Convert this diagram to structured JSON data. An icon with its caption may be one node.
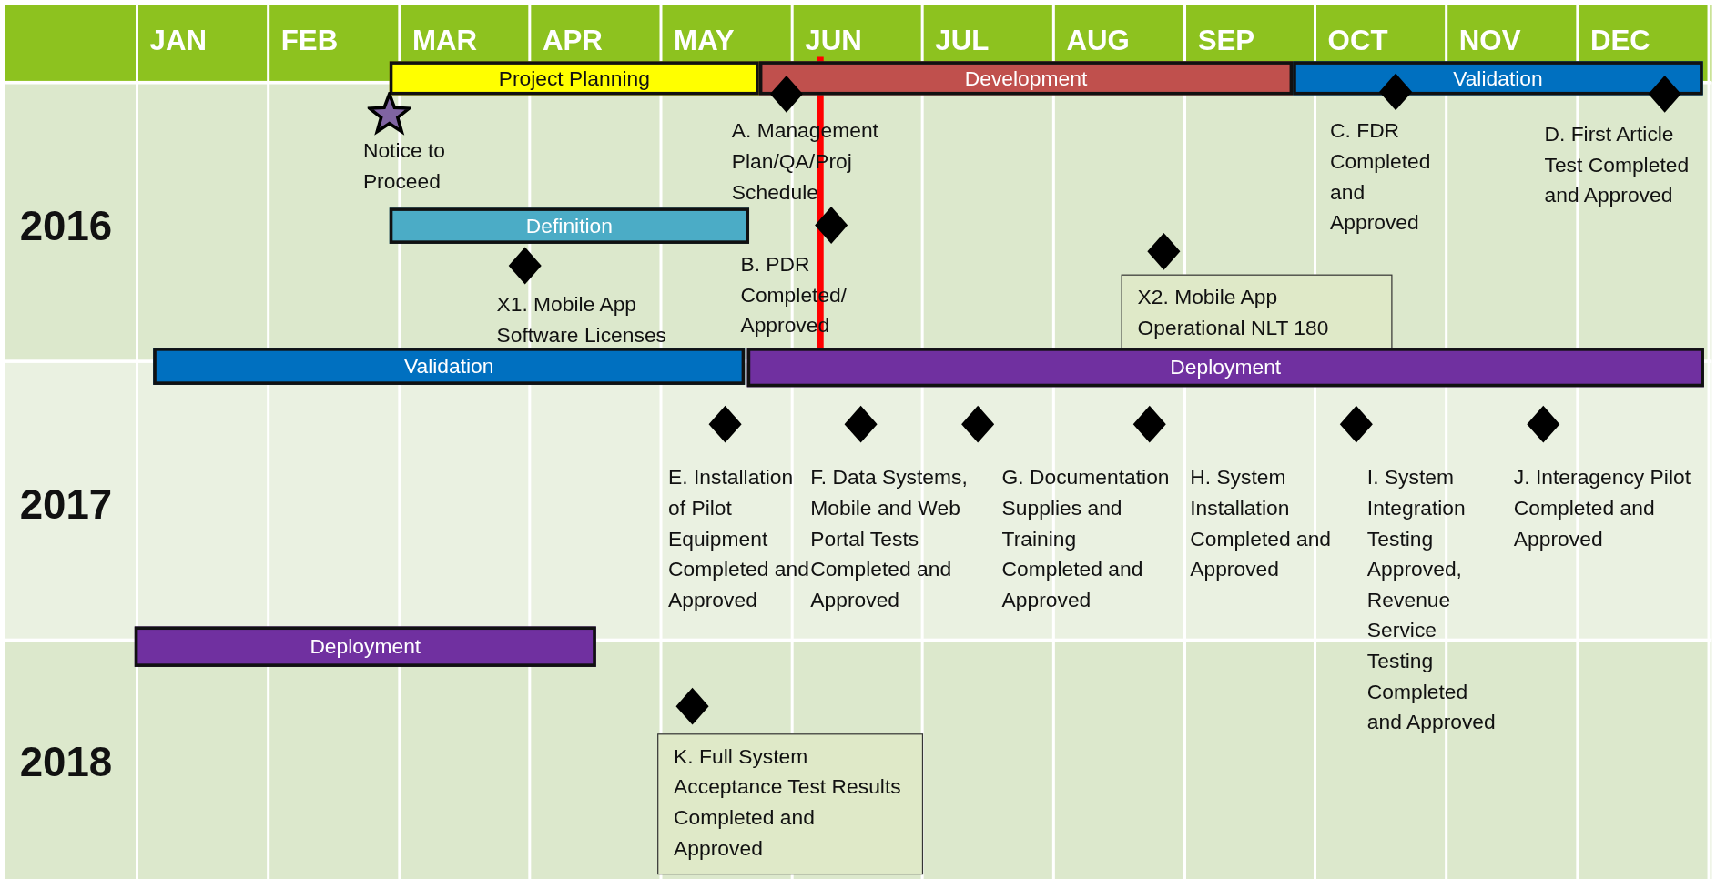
{
  "diagram": {
    "nodes": [
      {
        "text": [
          "Project Planning"
        ]
      },
      {
        "text": [
          "Development"
        ]
      },
      {
        "text": [
          "Validation"
        ]
      },
      {
        "text": [],
        "shape": "star",
        "beside": [
          "Notice to Proceed"
        ]
      },
      {
        "text": [],
        "shape": "diamond",
        "beside": [
          "A. Management Plan/QA/Proj Schedule"
        ]
      },
      {
        "text": [],
        "shape": "diamond",
        "beside": [
          "C. FDR Completed and Approved"
        ]
      },
      {
        "text": [],
        "shape": "diamond",
        "beside": [
          "D. First Article Test Completed and Approved"
        ]
      },
      {
        "text": [
          "Definition"
        ]
      },
      {
        "text": [],
        "shape": "diamond",
        "beside": [
          "B. PDR Completed/ Approved"
        ]
      },
      {
        "text": [],
        "shape": "diamond",
        "beside": [
          "X1. Mobile App Software Licenses"
        ]
      },
      {
        "text": [],
        "shape": "diamond"
      },
      {
        "text": [
          "X2. Mobile App Operational NLT 180"
        ]
      },
      {
        "text": [
          "Validation"
        ]
      },
      {
        "text": [
          "Deployment"
        ]
      },
      {
        "text": [],
        "shape": "diamond",
        "beside": [
          "E. Installation of Pilot Equipment Completed and Approved"
        ]
      },
      {
        "text": [],
        "shape": "diamond",
        "beside": [
          "F. Data Systems, Mobile and Web Portal Tests Completed and Approved"
        ]
      },
      {
        "text": [],
        "shape": "diamond",
        "beside": [
          "G. Documentation Supplies and Training Completed and Approved"
        ]
      },
      {
        "text": [],
        "shape": "diamond",
        "beside": [
          "H. System Installation Completed and Approved"
        ]
      },
      {
        "text": [],
        "shape": "diamond",
        "beside": [
          "I. System Integration Testing Approved, Revenue Service Testing Completed and Approved"
        ]
      },
      {
        "text": [],
        "shape": "diamond",
        "beside": [
          "J. Interagency Pilot Completed and Approved"
        ]
      },
      {
        "text": [
          "Deployment"
        ]
      },
      {
        "text": [],
        "shape": "diamond"
      },
      {
        "text": [
          "K. Full System Acceptance Test Results Completed and Approved"
        ]
      }
    ],
    "labels": [
      "JAN",
      "FEB",
      "MAR",
      "APR",
      "MAY",
      "JUN",
      "JUL",
      "AUG",
      "SEP",
      "OCT",
      "NOV",
      "DEC",
      "2016",
      "2017",
      "2018"
    ]
  }
}
